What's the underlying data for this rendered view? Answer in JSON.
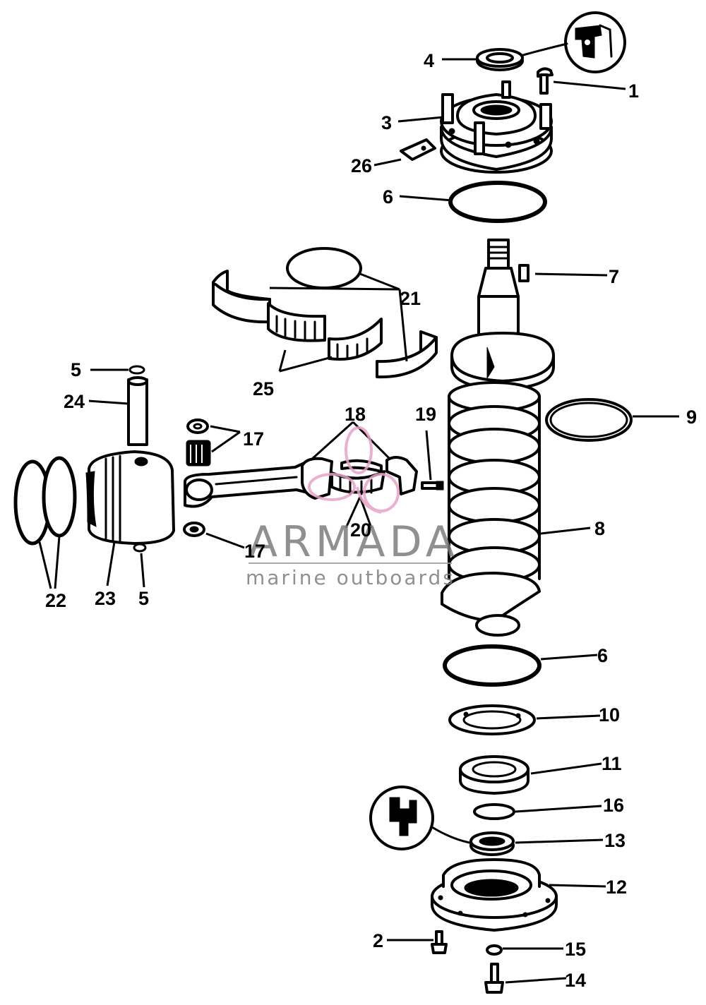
{
  "callouts": [
    {
      "id": "c1",
      "text": "1"
    },
    {
      "id": "c2",
      "text": "2"
    },
    {
      "id": "c3",
      "text": "3"
    },
    {
      "id": "c4",
      "text": "4"
    },
    {
      "id": "c5a",
      "text": "5"
    },
    {
      "id": "c5b",
      "text": "5"
    },
    {
      "id": "c6a",
      "text": "6"
    },
    {
      "id": "c6b",
      "text": "6"
    },
    {
      "id": "c7",
      "text": "7"
    },
    {
      "id": "c8",
      "text": "8"
    },
    {
      "id": "c9",
      "text": "9"
    },
    {
      "id": "c10",
      "text": "10"
    },
    {
      "id": "c11",
      "text": "11"
    },
    {
      "id": "c12",
      "text": "12"
    },
    {
      "id": "c13",
      "text": "13"
    },
    {
      "id": "c14",
      "text": "14"
    },
    {
      "id": "c15",
      "text": "15"
    },
    {
      "id": "c16",
      "text": "16"
    },
    {
      "id": "c17a",
      "text": "17"
    },
    {
      "id": "c17b",
      "text": "17"
    },
    {
      "id": "c18",
      "text": "18"
    },
    {
      "id": "c19",
      "text": "19"
    },
    {
      "id": "c20",
      "text": "20"
    },
    {
      "id": "c21",
      "text": "21"
    },
    {
      "id": "c22",
      "text": "22"
    },
    {
      "id": "c23",
      "text": "23"
    },
    {
      "id": "c24",
      "text": "24"
    },
    {
      "id": "c25",
      "text": "25"
    },
    {
      "id": "c26",
      "text": "26"
    }
  ],
  "watermark": {
    "word": "ARMADA",
    "tagline": "marine outboards",
    "logo_color": "#e8a2c8",
    "text_color": "#7d7d7d"
  }
}
